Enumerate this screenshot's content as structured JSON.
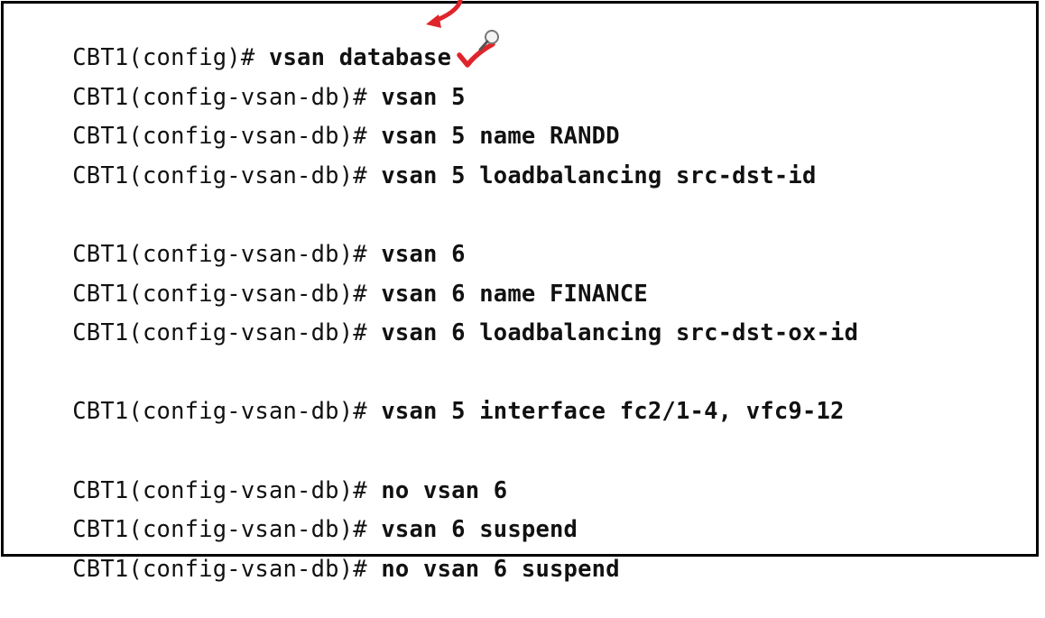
{
  "terminal": {
    "lines": [
      {
        "prompt": "CBT1(config)# ",
        "command": "vsan database"
      },
      {
        "prompt": "CBT1(config-vsan-db)# ",
        "command": "vsan 5"
      },
      {
        "prompt": "CBT1(config-vsan-db)# ",
        "command": "vsan 5 name RANDD"
      },
      {
        "prompt": "CBT1(config-vsan-db)# ",
        "command": "vsan 5 loadbalancing src-dst-id"
      },
      {
        "prompt": "CBT1(config-vsan-db)# ",
        "command": "vsan 6"
      },
      {
        "prompt": "CBT1(config-vsan-db)# ",
        "command": "vsan 6 name FINANCE"
      },
      {
        "prompt": "CBT1(config-vsan-db)# ",
        "command": "vsan 6 loadbalancing src-dst-ox-id"
      },
      {
        "prompt": "CBT1(config-vsan-db)# ",
        "command": "vsan 5 interface fc2/1-4, vfc9-12"
      },
      {
        "prompt": "CBT1(config-vsan-db)# ",
        "command": "no vsan 6"
      },
      {
        "prompt": "CBT1(config-vsan-db)# ",
        "command": "vsan 6 suspend"
      },
      {
        "prompt": "CBT1(config-vsan-db)# ",
        "command": "no vsan 6 suspend"
      }
    ]
  },
  "annotations": {
    "arrow_icon": "red-arrow-icon",
    "check_icon": "red-check-icon",
    "zoom_icon": "magnifier-icon",
    "ink_color": "#e0242b"
  }
}
